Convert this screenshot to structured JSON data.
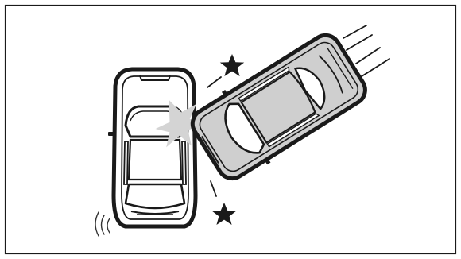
{
  "illustration": {
    "subject": "side-impact-collision",
    "elements": [
      {
        "id": "frame",
        "icon": "frame-border"
      },
      {
        "id": "struck-car",
        "icon": "car-top-view",
        "fill": "#ffffff"
      },
      {
        "id": "impacting-car",
        "icon": "car-top-view",
        "fill": "#cfcfcf"
      },
      {
        "id": "impact-burst",
        "icon": "impact-burst-icon",
        "fill": "#d4d4d4"
      },
      {
        "id": "star-top",
        "icon": "star-icon"
      },
      {
        "id": "star-bottom",
        "icon": "star-icon"
      },
      {
        "id": "speed-lines",
        "icon": "motion-lines-icon",
        "count": 4
      },
      {
        "id": "wobble-lines",
        "icon": "vibration-lines-icon",
        "count": 3
      }
    ]
  },
  "colors": {
    "stroke": "#1a1a1a",
    "struck_car_body": "#ffffff",
    "impacting_car_body": "#cfcfcf",
    "burst": "#d4d4d4",
    "glass": "#ffffff",
    "background": "#ffffff"
  }
}
